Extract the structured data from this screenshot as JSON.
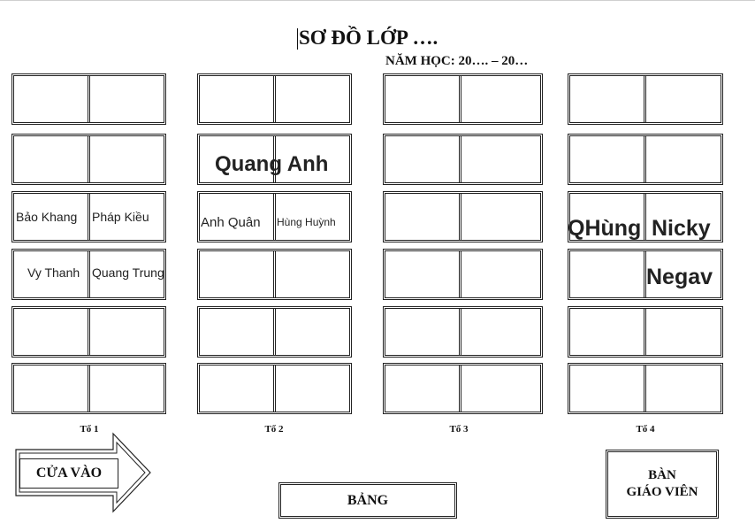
{
  "header": {
    "title": "SƠ ĐỒ LỚP ….",
    "subtitle": "NĂM HỌC: 20…. – 20…"
  },
  "groups": [
    {
      "label": "Tổ 1"
    },
    {
      "label": "Tổ 2"
    },
    {
      "label": "Tổ 3"
    },
    {
      "label": "Tổ 4"
    }
  ],
  "names": {
    "quang_anh": "Quang Anh",
    "bao_khang": "Bảo Khang",
    "phap_kieu": "Pháp Kiều",
    "anh_quan": "Anh Quân",
    "hung_huynh": "Hùng Huỳnh",
    "qhung": "QHùng",
    "nicky": "Nicky",
    "vy_thanh": "Vy Thanh",
    "quang_trung": "Quang Trung",
    "negav": "Negav"
  },
  "footer": {
    "entrance": "CỬA VÀO",
    "board": "BẢNG",
    "teacher_desk_line1": "BÀN",
    "teacher_desk_line2": "GIÁO VIÊN"
  }
}
